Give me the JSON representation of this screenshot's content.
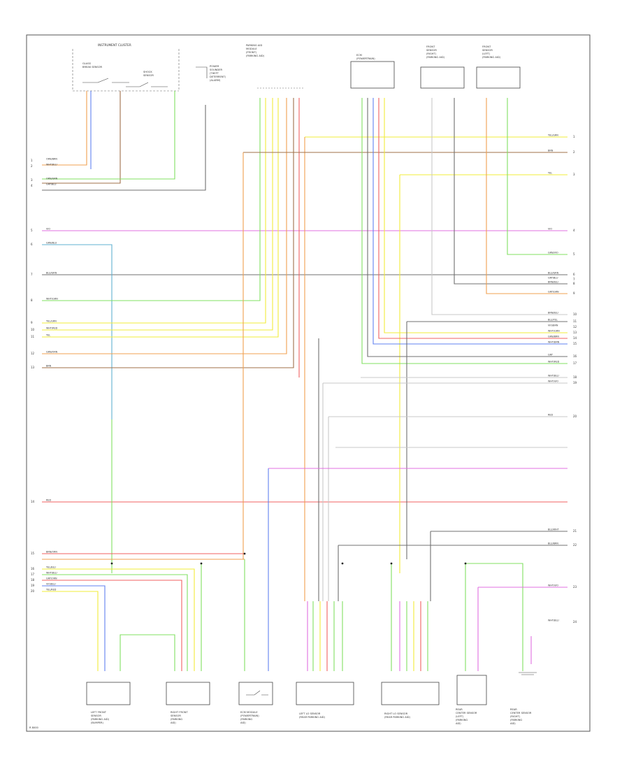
{
  "diagram": {
    "footer_code": "R 8000",
    "top_labels": [
      {
        "key": "instrument-cluster",
        "lines": [
          "INSTRUMENT CLUSTER"
        ]
      },
      {
        "key": "glass-sensor",
        "lines": [
          "GLASS",
          "BREAK SENSOR"
        ]
      },
      {
        "key": "shock-sensor",
        "lines": [
          "SHOCK",
          "SENSOR"
        ]
      },
      {
        "key": "alarm-unit",
        "lines": [
          "POWER",
          "SOUNDER",
          "(THEFT",
          "DETERRENT)",
          "(ALARM)"
        ]
      },
      {
        "key": "parking-aid-module",
        "lines": [
          "PARKING AID",
          "MODULE",
          "(FRONT)",
          "(PARKING AID)"
        ]
      },
      {
        "key": "ecm-top",
        "lines": [
          "ECM",
          "(POWERTRAIN)"
        ]
      },
      {
        "key": "front-sensor-r",
        "lines": [
          "FRONT",
          "SENSOR",
          "(RIGHT)",
          "(PARKING AID)"
        ]
      },
      {
        "key": "front-sensor-l",
        "lines": [
          "FRONT",
          "SENSOR",
          "(LEFT)",
          "(PARKING AID)"
        ]
      }
    ],
    "left_wire_colors": [
      "ORN/BRN",
      "WHT/BLU",
      "ORN/GRN",
      "GRY/BLU",
      "VIO",
      "GRN/BLU",
      "BLU/GRN",
      "WHT/GRN",
      "YEL/GRN",
      "WHT/RED",
      "YEL",
      "GRN/ORN",
      "BRN",
      "RED",
      "BRN/ORN",
      "YEL/BLU",
      "WHT/BLU",
      "GRY/ORN",
      "VIO/BLU",
      "YEL/RED"
    ],
    "right_wire_colors": [
      "YEL/GRN",
      "BRN",
      "YEL",
      "VIO",
      "GRN/VIO",
      "BLU/GRN",
      "GRY/BLU",
      "BRN/BLU",
      "GRY/GRN",
      "BRN/BLU",
      "BLU/YEL",
      "VIO/BRN",
      "WHT/GRN",
      "GRN/BRN",
      "WHT/BRN",
      "GRY",
      "WHT/RED",
      "WHT/BLU",
      "WHT/VIO",
      "RED",
      "BLU/WHT",
      "BLU/BRN",
      "WHT/VIO",
      "WHT/BLU"
    ],
    "bottom_modules": [
      {
        "key": "left-front",
        "lines": [
          "LEFT FRONT",
          "SENSOR",
          "(PARKING AID)",
          "(BUMPER)"
        ]
      },
      {
        "key": "right-front",
        "lines": [
          "RIGHT FRONT",
          "SENSOR",
          "(PARKING",
          "AID)"
        ]
      },
      {
        "key": "ecm-module",
        "lines": [
          "ECM MODULE",
          "(POWERTRAIN)",
          "(PARKING",
          "AID)"
        ]
      },
      {
        "key": "left-lo-sensor",
        "lines": [
          "LEFT LO SENSOR",
          "(REAR PARKING AID)"
        ]
      },
      {
        "key": "right-lo-sensor",
        "lines": [
          "RIGHT LO SENSOR",
          "(REAR PARKING AID)"
        ]
      },
      {
        "key": "rear-sensor-l",
        "lines": [
          "REAR",
          "CENTER SENSOR",
          "(LEFT)",
          "(PARKING",
          "AID)"
        ]
      },
      {
        "key": "rear-sensor-r",
        "lines": [
          "REAR",
          "CENTER SENSOR",
          "(RIGHT)",
          "(PARKING",
          "AID)"
        ]
      }
    ],
    "colors": {
      "yellow": "#f2ec3a",
      "orange": "#f0a050",
      "brown": "#a0704a",
      "red": "#f06060",
      "green": "#80e060",
      "blue": "#6080f0",
      "violet": "#e070e0",
      "gray": "#707070",
      "black": "#303030",
      "lightgray": "#c8c8c8",
      "cyan": "#60b0d0"
    }
  }
}
